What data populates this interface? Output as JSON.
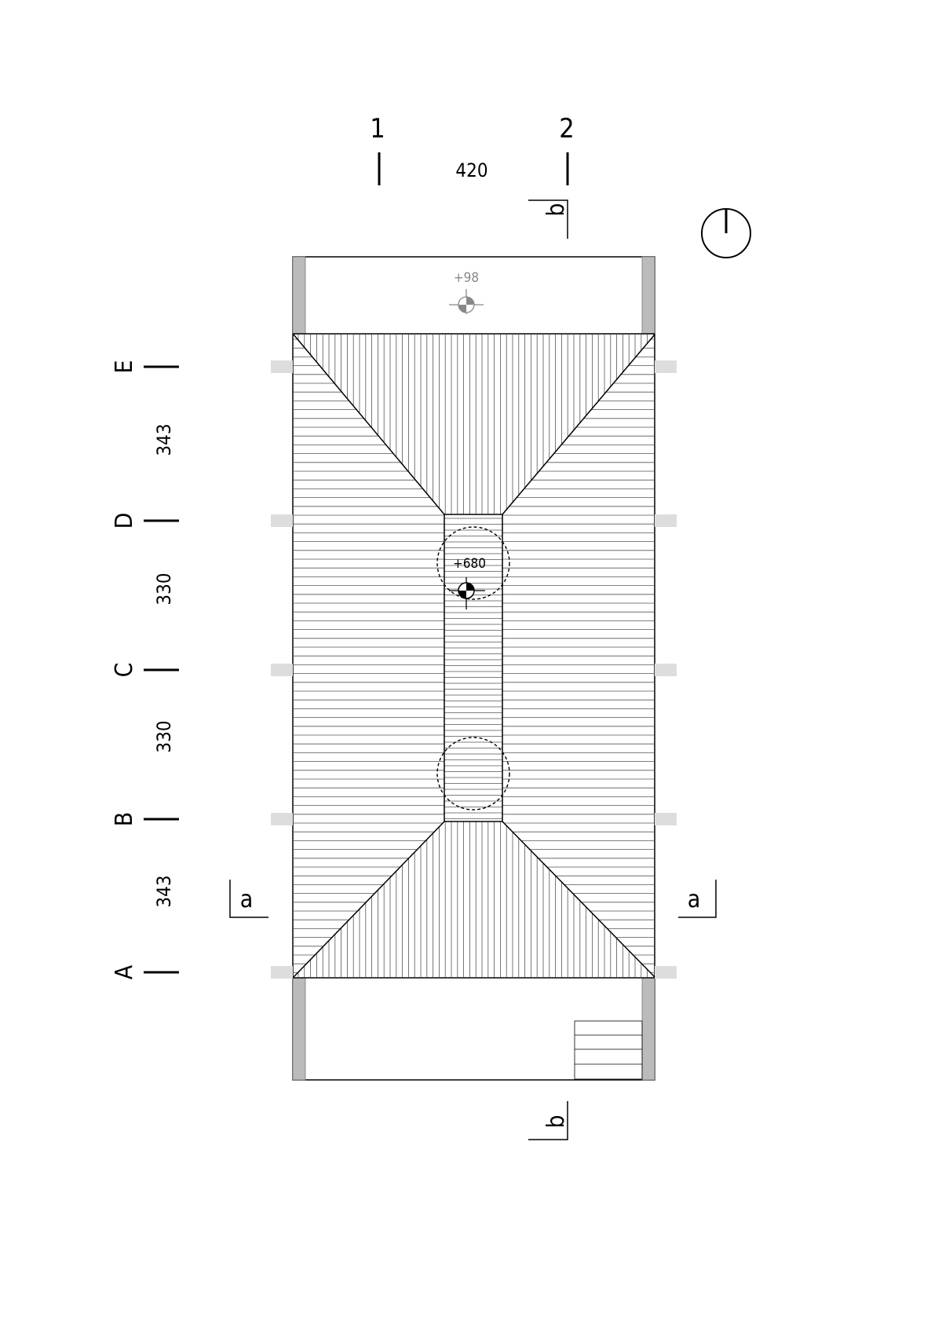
{
  "grid_columns": [
    {
      "label": "1"
    },
    {
      "label": "2"
    }
  ],
  "grid_rows": [
    {
      "label": "E"
    },
    {
      "label": "D"
    },
    {
      "label": "C"
    },
    {
      "label": "B"
    },
    {
      "label": "A"
    }
  ],
  "column_dimension": "420",
  "row_dimensions": [
    "343",
    "330",
    "330",
    "343"
  ],
  "section_marks": {
    "a": "a",
    "b": "b"
  },
  "levels": {
    "ground": "+98",
    "ridge": "+680"
  },
  "colors": {
    "line": "#000000",
    "hatch": "#555555",
    "column_fill": "#bbbbbb",
    "column_marker": "#dddddd",
    "ground_level_marker": "#888888"
  },
  "north_arrow_icon": "north-arrow-icon"
}
